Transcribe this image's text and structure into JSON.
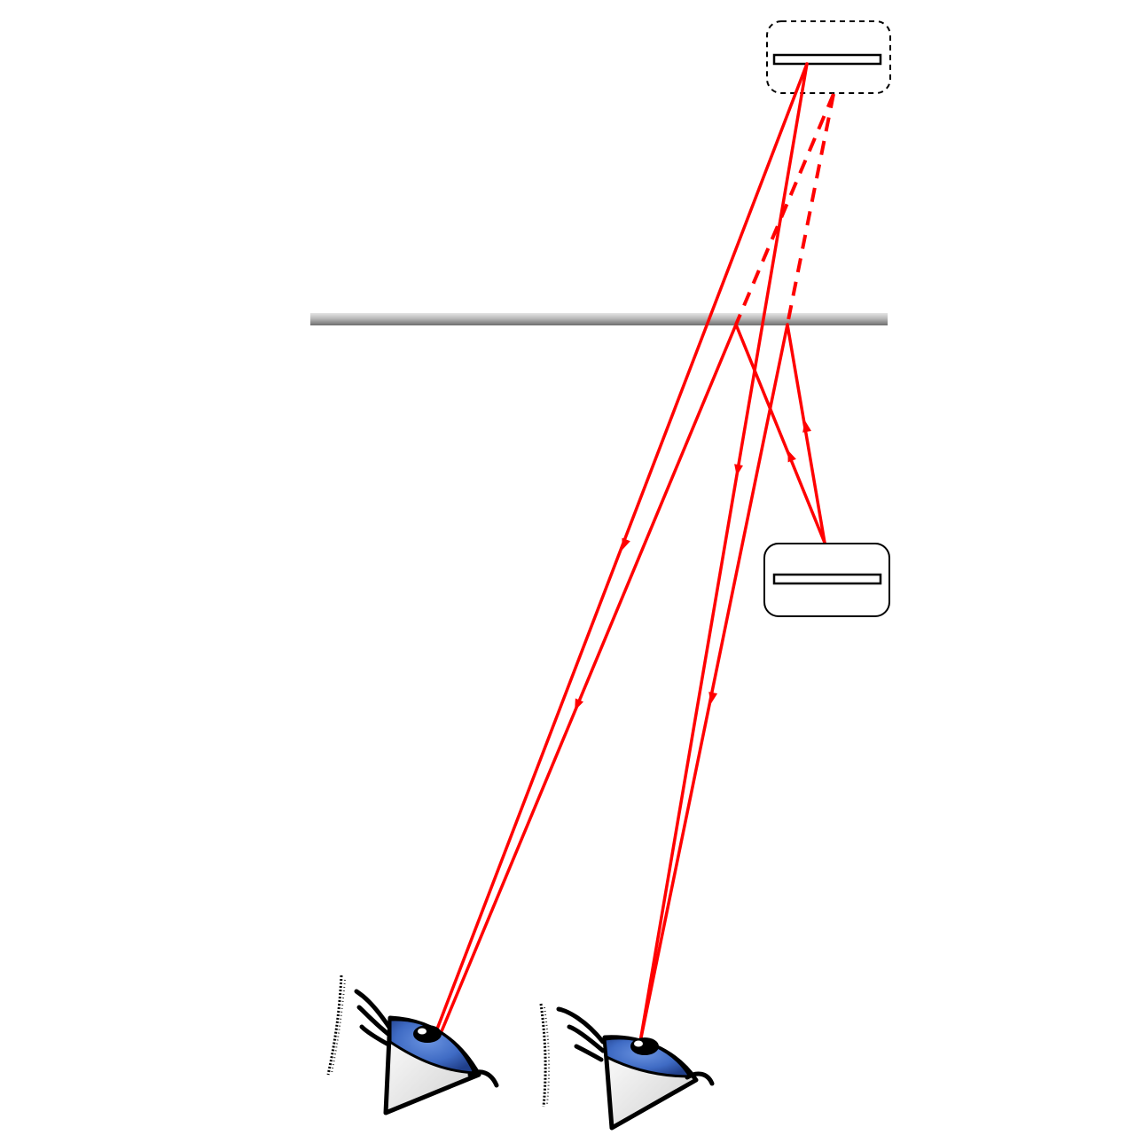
{
  "diagram": {
    "type": "optical-ray-diagram",
    "colors": {
      "ray": "#ff0000",
      "mirror_light": "#dcdcdc",
      "mirror_dark": "#7a7a7a",
      "outline": "#000000",
      "iris": "#3f6bc4",
      "iris_dark": "#203f8a",
      "pupil": "#000000",
      "eye_white": "#ffffff",
      "background": "#ffffff"
    },
    "elements": [
      {
        "id": "virtual-image-box",
        "kind": "dashed-rounded-box",
        "icon": "virtual-image-icon"
      },
      {
        "id": "mirror-plane",
        "kind": "horizontal-mirror",
        "icon": "mirror-icon"
      },
      {
        "id": "object-box",
        "kind": "solid-rounded-box",
        "icon": "object-icon"
      },
      {
        "id": "observer-eye-left",
        "kind": "eye",
        "icon": "eye-icon"
      },
      {
        "id": "observer-eye-right",
        "kind": "eye",
        "icon": "eye-icon"
      }
    ],
    "ray_groups": [
      {
        "id": "direct-rays",
        "style": "solid",
        "count": 2
      },
      {
        "id": "reflected-rays",
        "style": "solid",
        "count": 4
      },
      {
        "id": "virtual-extensions",
        "style": "dashed",
        "count": 2
      }
    ]
  }
}
